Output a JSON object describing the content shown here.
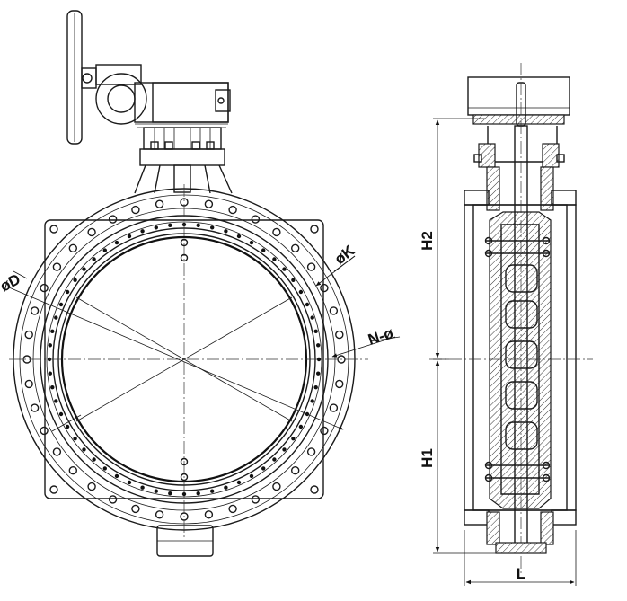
{
  "labels": {
    "dia_d": "øD",
    "dia_k": "øK",
    "holes": "N-ø",
    "h2": "H2",
    "h1": "H1",
    "length": "L"
  }
}
